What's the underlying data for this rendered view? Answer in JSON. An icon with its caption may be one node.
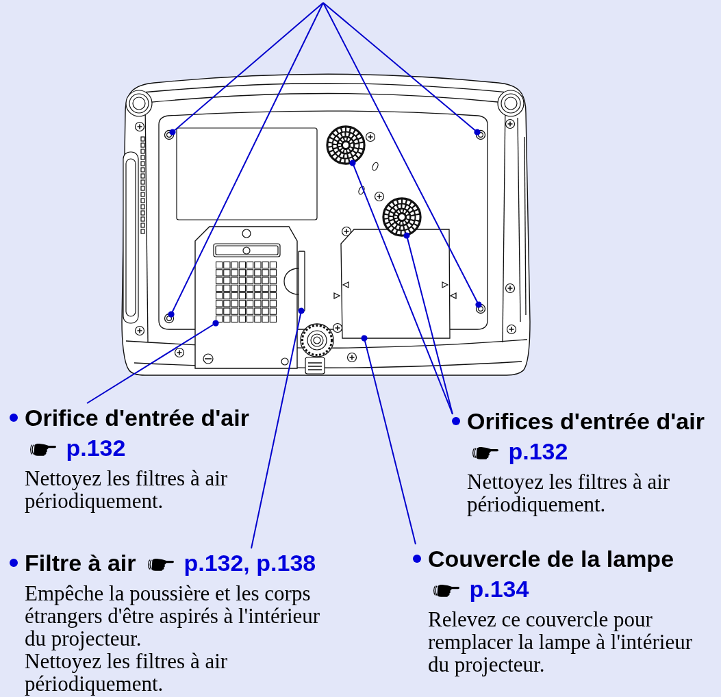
{
  "diagram": {
    "nodes": [
      {
        "text": [
          "Orifice d'entrée d'air",
          "p.132",
          "Nettoyez les filtres à air périodiquement."
        ]
      },
      {
        "text": [
          "Orifices d'entrée d'air",
          "p.132",
          "Nettoyez les filtres à air périodiquement."
        ]
      },
      {
        "text": [
          "Filtre à air",
          "p.132, p.138",
          "Empêche la poussière et les corps étrangers d'être aspirés à l'intérieur du projecteur.",
          "Nettoyez les filtres à air périodiquement."
        ]
      },
      {
        "text": [
          "Couvercle de la lampe",
          "p.134",
          "Relevez ce couvercle pour remplacer la lampe à l'intérieur du projecteur."
        ]
      },
      {
        "text": [],
        "shape": "circle"
      },
      {
        "text": [],
        "shape": "circle"
      },
      {
        "text": [],
        "shape": "circle"
      },
      {
        "text": [],
        "shape": "circle"
      },
      {
        "text": [],
        "shape": "circle"
      },
      {
        "text": [],
        "shape": "circle"
      },
      {
        "text": [],
        "shape": "box"
      },
      {
        "text": [],
        "shape": "bar"
      },
      {
        "text": [],
        "shape": "box"
      }
    ],
    "edges": [
      {
        "from": null,
        "to": 4,
        "arrow": "other"
      },
      {
        "from": null,
        "to": 6,
        "arrow": "other"
      },
      {
        "from": null,
        "to": 7,
        "arrow": "other"
      },
      {
        "from": null,
        "to": 5,
        "arrow": "other"
      },
      {
        "from": 0,
        "to": 10,
        "arrow": "other"
      },
      {
        "from": 1,
        "to": 8,
        "arrow": "other"
      },
      {
        "from": 1,
        "to": 9,
        "arrow": "other"
      },
      {
        "from": 2,
        "to": 11,
        "arrow": "other"
      },
      {
        "from": 3,
        "to": 12,
        "arrow": "other"
      }
    ]
  }
}
